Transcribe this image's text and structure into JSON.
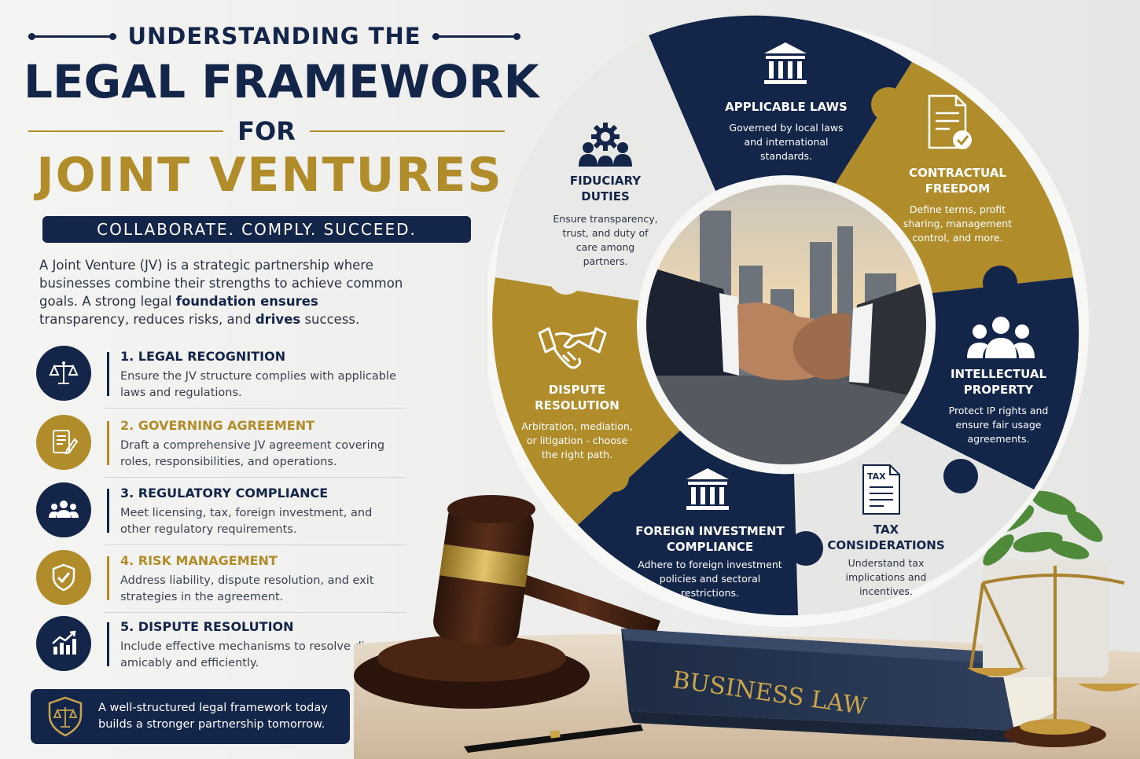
{
  "title": {
    "line1": "UNDERSTANDING THE",
    "line2": "LEGAL FRAMEWORK",
    "line3": "FOR",
    "line4": "JOINT VENTURES"
  },
  "tagline": "COLLABORATE. COMPLY. SUCCEED.",
  "intro": {
    "part1": "A Joint Venture (JV) is a strategic partnership where businesses combine their strengths to achieve common goals. A strong legal ",
    "bold1": "foundation",
    "part2": " ensures",
    "part3": " transparency, reduces risks, and ",
    "bold2": "drives",
    "part4": " success."
  },
  "items": [
    {
      "title": "1. LEGAL RECOGNITION",
      "desc": "Ensure the JV structure complies with applicable laws and regulations.",
      "icon": "scales-icon"
    },
    {
      "title": "2. GOVERNING AGREEMENT",
      "desc": "Draft a comprehensive JV agreement covering roles, responsibilities, and operations.",
      "icon": "document-pen-icon"
    },
    {
      "title": "3. REGULATORY COMPLIANCE",
      "desc": "Meet licensing, tax, foreign investment, and other regulatory requirements.",
      "icon": "group-icon"
    },
    {
      "title": "4. RISK MANAGEMENT",
      "desc": "Address liability, dispute resolution, and exit strategies in the agreement.",
      "icon": "shield-check-icon"
    },
    {
      "title": "5. DISPUTE RESOLUTION",
      "desc": "Include effective mechanisms to resolve disputes amicably and efficiently.",
      "icon": "chart-icon"
    }
  ],
  "footer": {
    "line1": "A well-structured legal framework today",
    "line2": "builds a stronger partnership tomorrow."
  },
  "wheel": {
    "applicable_laws": {
      "title": "APPLICABLE LAWS",
      "desc1": "Governed by local laws",
      "desc2": "and international",
      "desc3": "standards."
    },
    "contractual_freedom": {
      "title1": "CONTRACTUAL",
      "title2": "FREEDOM",
      "desc1": "Define terms, profit",
      "desc2": "sharing, management",
      "desc3": "control, and more."
    },
    "intellectual_property": {
      "title1": "INTELLECTUAL",
      "title2": "PROPERTY",
      "desc1": "Protect IP rights and",
      "desc2": "ensure fair usage",
      "desc3": "agreements."
    },
    "tax_considerations": {
      "title1": "TAX",
      "title2": "CONSIDERATIONS",
      "desc1": "Understand tax",
      "desc2": "implications and",
      "desc3": "incentives.",
      "icon_label": "TAX"
    },
    "foreign_investment": {
      "title1": "FOREIGN INVESTMENT",
      "title2": "COMPLIANCE",
      "desc1": "Adhere to foreign investment",
      "desc2": "policies and sectoral",
      "desc3": "restrictions."
    },
    "dispute_resolution": {
      "title1": "DISPUTE",
      "title2": "RESOLUTION",
      "desc1": "Arbitration, mediation,",
      "desc2": "or litigation - choose",
      "desc3": "the right path."
    },
    "fiduciary_duties": {
      "title1": "FIDUCIARY",
      "title2": "DUTIES",
      "desc1": "Ensure transparency,",
      "desc2": "trust, and duty of",
      "desc3": "care among",
      "desc4": "partners."
    }
  },
  "book_title": "BUSINESS LAW",
  "colors": {
    "navy": "#14254a",
    "gold": "#b08d2a",
    "light": "#e9e9e7"
  }
}
